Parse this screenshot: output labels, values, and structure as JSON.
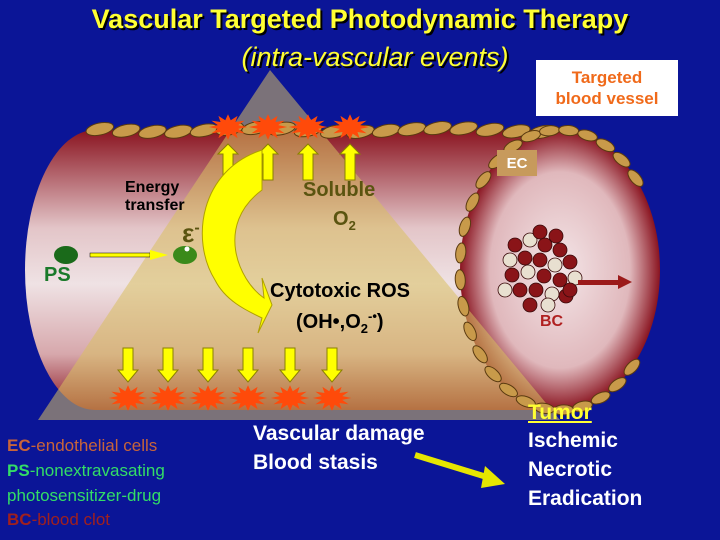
{
  "title": "Vascular Targeted Photodynamic Therapy",
  "subtitle": "(intra-vascular events)",
  "targeted_box": {
    "line1": "Targeted",
    "line2": "blood vessel"
  },
  "labels": {
    "ec": "EC",
    "energy": "Energy",
    "transfer": "transfer",
    "electron": "ε",
    "electron_sup": "-",
    "soluble": "Soluble",
    "o2": "O",
    "o2_sub": "2",
    "ps": "PS",
    "ros": "Cytotoxic ROS",
    "ros_formula_1": "(OH•,O",
    "ros_formula_sub": "2",
    "ros_formula_sup": "-•",
    "ros_formula_2": ")",
    "bc": "BC"
  },
  "effects": {
    "line1": "Vascular damage",
    "line2": "Blood stasis"
  },
  "tumor": {
    "heading": "Tumor",
    "items": [
      "Ischemic",
      "Necrotic",
      "Eradication"
    ]
  },
  "legend": [
    {
      "abbr": "EC",
      "text": "-endothelial cells",
      "color": "#c8643a"
    },
    {
      "abbr": "PS",
      "text": "-nonextravasating",
      "color": "#33dd66"
    },
    {
      "abbr": "",
      "text": "photosensitizer-drug",
      "color": "#33dd66"
    },
    {
      "abbr": "BC",
      "text": "-blood clot",
      "color": "#a0201e"
    }
  ],
  "colors": {
    "background": "#0b1597",
    "title": "#ffff33",
    "flare": "#ff4a0a",
    "arrow": "#ffff00"
  }
}
